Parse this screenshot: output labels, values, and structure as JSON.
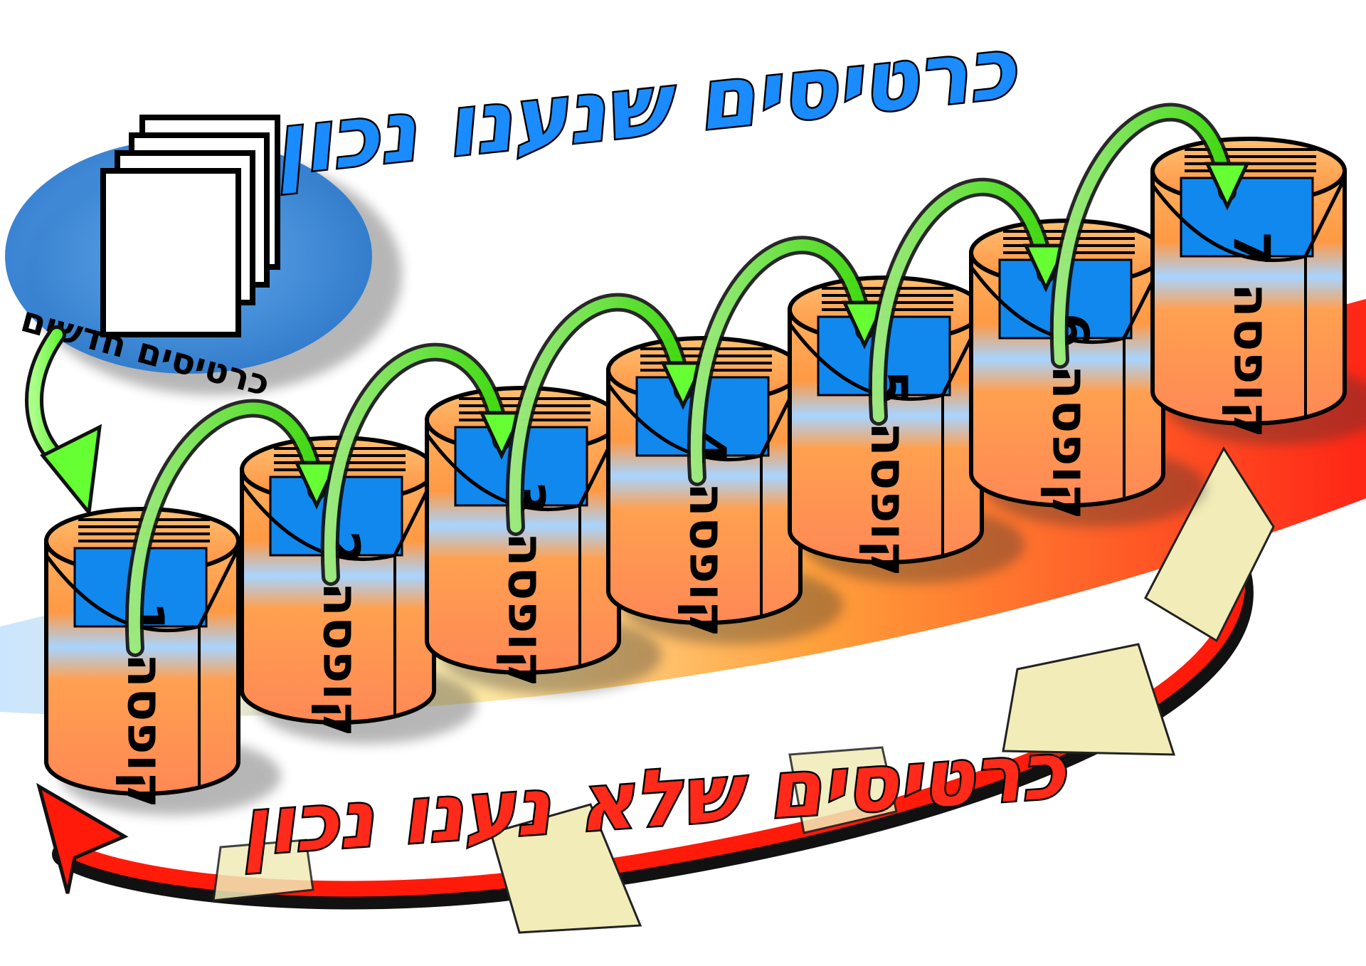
{
  "diagram": {
    "title_correct": "כרטיסים שנענו נכון",
    "title_wrong": "כרטיסים שלא נענו נכון",
    "new_cards_label": "כרטיסים חדשים",
    "boxes": [
      {
        "number": "1",
        "label": "קופסה 1"
      },
      {
        "number": "2",
        "label": "קופסה 2"
      },
      {
        "number": "3",
        "label": "קופסה 3"
      },
      {
        "number": "4",
        "label": "קופסה 4"
      },
      {
        "number": "5",
        "label": "קופסה 5"
      },
      {
        "number": "6",
        "label": "קופסה 6"
      },
      {
        "number": "7",
        "label": "קופסה 7"
      }
    ]
  },
  "colors": {
    "title_correct": "#1a8cff",
    "title_wrong": "#ff2a1a",
    "arrow_green": "#66ff33",
    "box_orange": "#ff9944",
    "box_cards_blue": "#1188ee",
    "new_cards_ellipse": "#2a7fd8",
    "return_arrow_red": "#ff1a0a",
    "loose_card": "#f2ecb8"
  },
  "icons": {
    "progress_arrow": "curved-green-arrow",
    "return_arrow": "curved-red-arrow",
    "card_stack": "card-stack-icon"
  }
}
